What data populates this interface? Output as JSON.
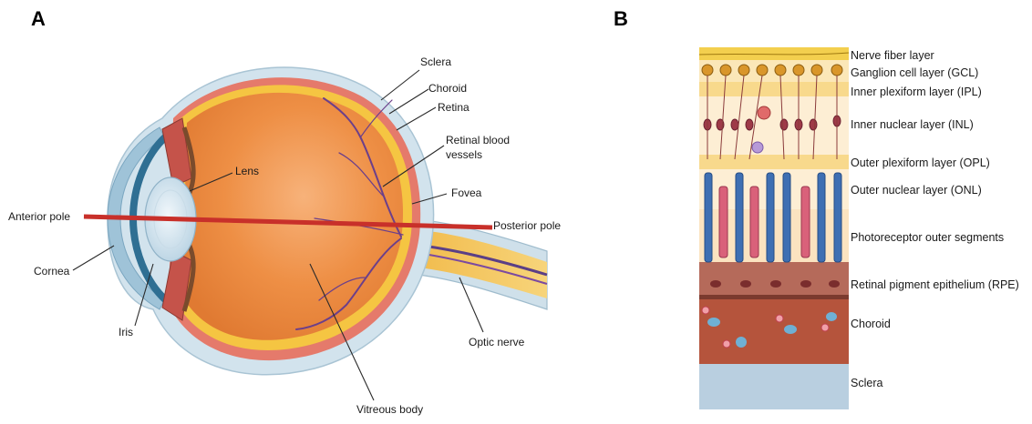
{
  "panel_a": {
    "letter": "A",
    "labels": {
      "sclera": "Sclera",
      "choroid": "Choroid",
      "retina": "Retina",
      "retinal_vessels_1": "Retinal blood",
      "retinal_vessels_2": "vessels",
      "lens": "Lens",
      "fovea": "Fovea",
      "anterior_pole": "Anterior pole",
      "posterior_pole": "Posterior pole",
      "cornea": "Cornea",
      "iris": "Iris",
      "optic_nerve": "Optic nerve",
      "vitreous_body": "Vitreous body"
    }
  },
  "panel_b": {
    "letter": "B",
    "layers": [
      "Nerve fiber layer",
      "Ganglion cell layer (GCL)",
      "Inner plexiform layer (IPL)",
      "Inner nuclear layer (INL)",
      "Outer plexiform layer (OPL)",
      "Outer nuclear layer (ONL)",
      "Photoreceptor outer segments",
      "Retinal pigment epithelium (RPE)",
      "Choroid",
      "Sclera"
    ]
  },
  "colors": {
    "sclera": "#cfe0ea",
    "choroid_red": "#e06a5c",
    "retina_yellow": "#f5c542",
    "vitreous_orange": "#ea8a3c",
    "axis_red": "#c8302a",
    "rod_blue": "#3e6fb3",
    "cone_pink": "#d9617a",
    "choroid_brown": "#b5543c",
    "sclera_b": "#b9cfe0"
  }
}
